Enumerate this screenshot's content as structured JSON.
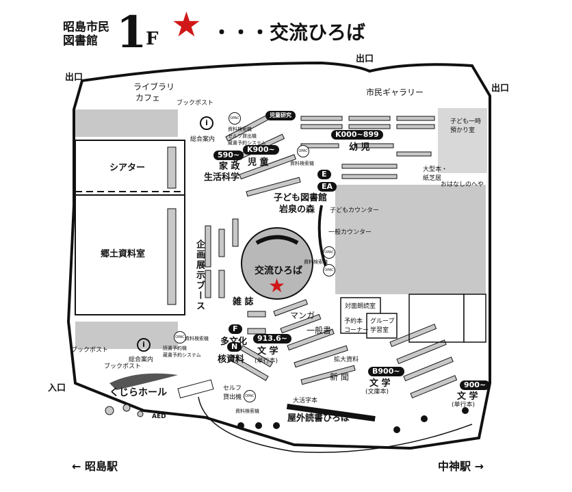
{
  "header": {
    "library_name_line1": "昭島市民",
    "library_name_line2": "図書館",
    "floor_number": "1",
    "floor_suffix": "F",
    "legend_symbol": "★",
    "legend_text": "・・・交流ひろば"
  },
  "colors": {
    "star": "#d01818",
    "shade": "#c8c8c8",
    "ink": "#111111"
  },
  "exits": {
    "top_left": "出口",
    "top_middle": "出口",
    "top_right": "出口",
    "entrance": "入口"
  },
  "stations": {
    "left": "← 昭島駅",
    "right": "中神駅 →"
  },
  "rooms": {
    "theater": "シアター",
    "local_archive": "郷土資料室",
    "library_cafe_line1": "ライブラリ",
    "library_cafe_line2": "カフェ",
    "citizen_gallery": "市民ギャラリー",
    "kids_care": "子ども一時\n預かり室",
    "picture_books": "大型本・\n紙芝居",
    "story_room": "おはなしのへや",
    "kids_library_line1": "子ども図書館",
    "kids_library_line2": "岩泉の森",
    "exchange_plaza": "交流ひろば",
    "exhibition_booth": "企画展示ブース",
    "magazines": "雑 誌",
    "reading_room": "対面朗読室",
    "reserved_corner": "予約本\nコーナー",
    "group_study": "グループ\n学習室",
    "whale_hall": "くじらホール",
    "outdoor_plaza": "屋外読書ひろば"
  },
  "labels": {
    "book_post_top": "ブックポスト",
    "book_post_left": "ブックポスト",
    "book_post_bottom": "ブックポスト",
    "info_top": "総合案内",
    "info_bottom": "総合案内",
    "opac_top": "資料検索機\nセルフ貸出機\n蔵書予約システム",
    "search_machine_1": "資料検索機",
    "search_machine_2": "資料検索機",
    "search_machine_3": "資料検索機",
    "search_machine_4": "資料検索機",
    "opac_bottom": "読書予約機\n蔵書予約システム",
    "kids_research": "児童研究",
    "kids_counter": "子どもカウンター",
    "general_counter": "一般カウンター",
    "manga": "マンガ",
    "general_books": "一般書",
    "shinsho": "新 聞",
    "large_print": "拡大資料",
    "large_text": "大活字本",
    "self_checkout": "セルフ\n貸出機",
    "home_living_1": "家 政",
    "home_living_2": "生活科学",
    "kids_books": "児 童",
    "toddler": "幼 児",
    "multicultural": "多文化",
    "kids_local": "核資料",
    "literature_1": "文 学",
    "literature_1b": "(単行本)",
    "literature_2": "文 学",
    "literature_2b": "(文庫本)",
    "literature_3": "文 学",
    "literature_3b": "(単行本)",
    "aed": "AED",
    "opac_chip": "OPAC"
  },
  "tags": {
    "k000": "K000~899",
    "k900": "K900~",
    "c590": "590~",
    "e": "E",
    "ea": "EA",
    "f": "F",
    "n": "N",
    "c913": "913.6~",
    "b900": "B900~",
    "c900": "900~"
  }
}
